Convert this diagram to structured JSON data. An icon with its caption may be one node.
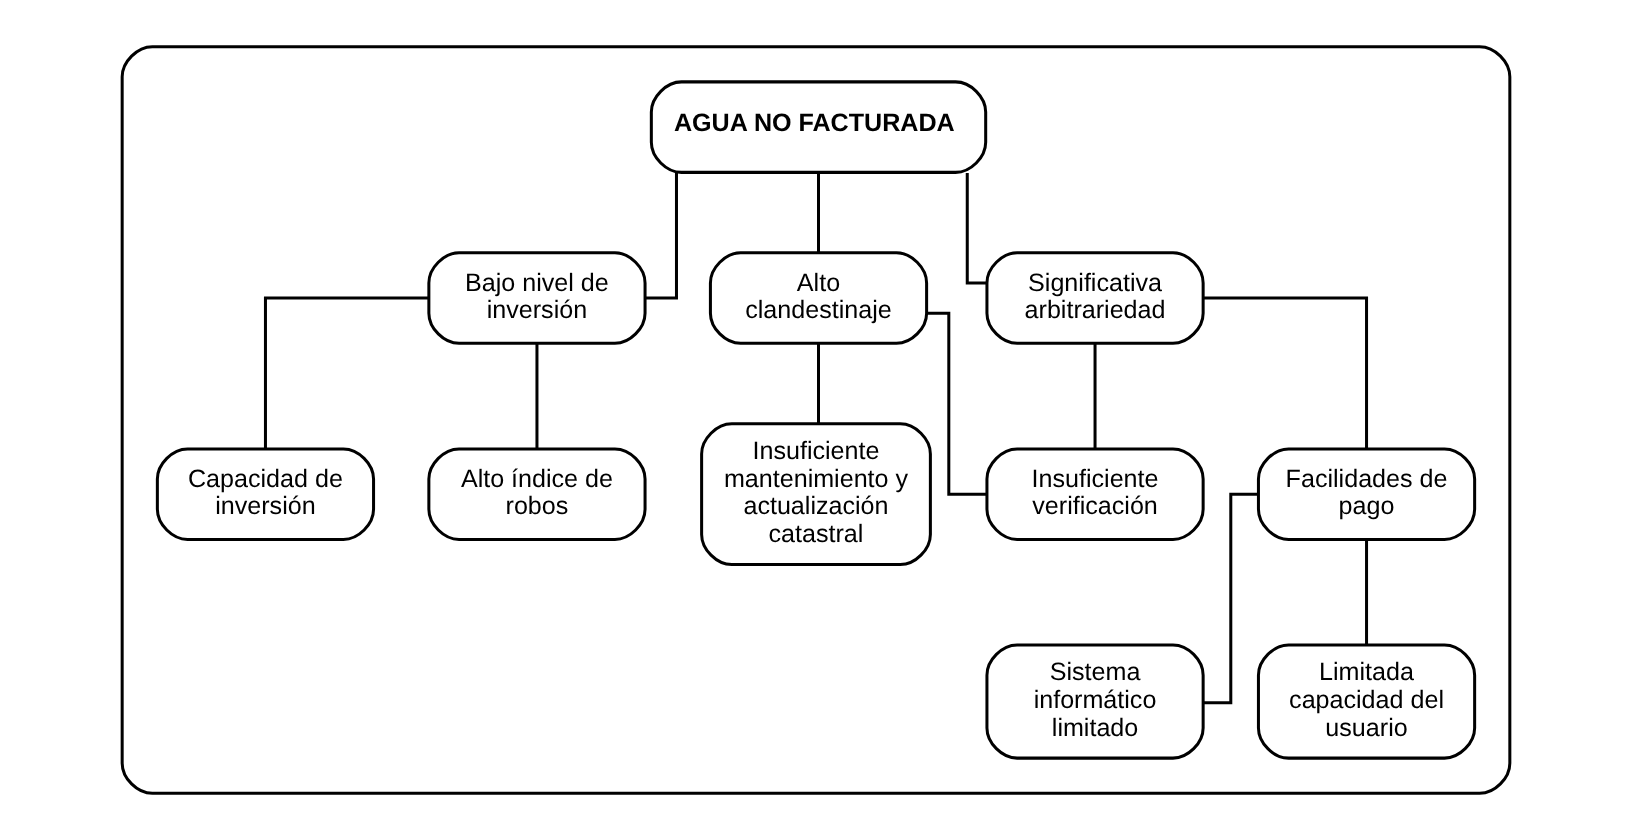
{
  "diagram": {
    "nodes": [
      {
        "text": [],
        "shape": "box"
      },
      {
        "text": [
          "AGUA NO FACTURADA"
        ],
        "in": 0
      },
      {
        "text": [
          "Bajo nivel de inversión"
        ],
        "in": 0
      },
      {
        "text": [
          "Alto clandestinaje"
        ],
        "in": 0
      },
      {
        "text": [
          "Significativa arbitrariedad"
        ],
        "in": 0
      },
      {
        "text": [
          "Capacidad de inversión"
        ],
        "in": 0
      },
      {
        "text": [
          "Alto índice de robos"
        ],
        "in": 0
      },
      {
        "text": [
          "Insuficiente mantenimiento y actualización catastral"
        ],
        "in": 0
      },
      {
        "text": [
          "Insuficiente verificación"
        ],
        "in": 0
      },
      {
        "text": [
          "Facilidades de pago"
        ],
        "in": 0
      },
      {
        "text": [
          "Sistema informático limitado"
        ],
        "in": 0
      },
      {
        "text": [
          "Limitada capacidad del usuario"
        ],
        "in": 0
      }
    ],
    "edges": [
      {
        "from": 1,
        "to": 2,
        "arrow": "none"
      },
      {
        "from": 1,
        "to": 3,
        "arrow": "none"
      },
      {
        "from": 1,
        "to": 4,
        "arrow": "none"
      },
      {
        "from": 2,
        "to": 5,
        "arrow": "none"
      },
      {
        "from": 2,
        "to": 6,
        "arrow": "none"
      },
      {
        "from": 3,
        "to": 7,
        "arrow": "none"
      },
      {
        "from": 3,
        "to": 8,
        "arrow": "none"
      },
      {
        "from": 4,
        "to": 8,
        "arrow": "none"
      },
      {
        "from": 4,
        "to": 9,
        "arrow": "none"
      },
      {
        "from": 9,
        "to": 10,
        "arrow": "none"
      },
      {
        "from": 9,
        "to": 11,
        "arrow": "none"
      }
    ]
  }
}
